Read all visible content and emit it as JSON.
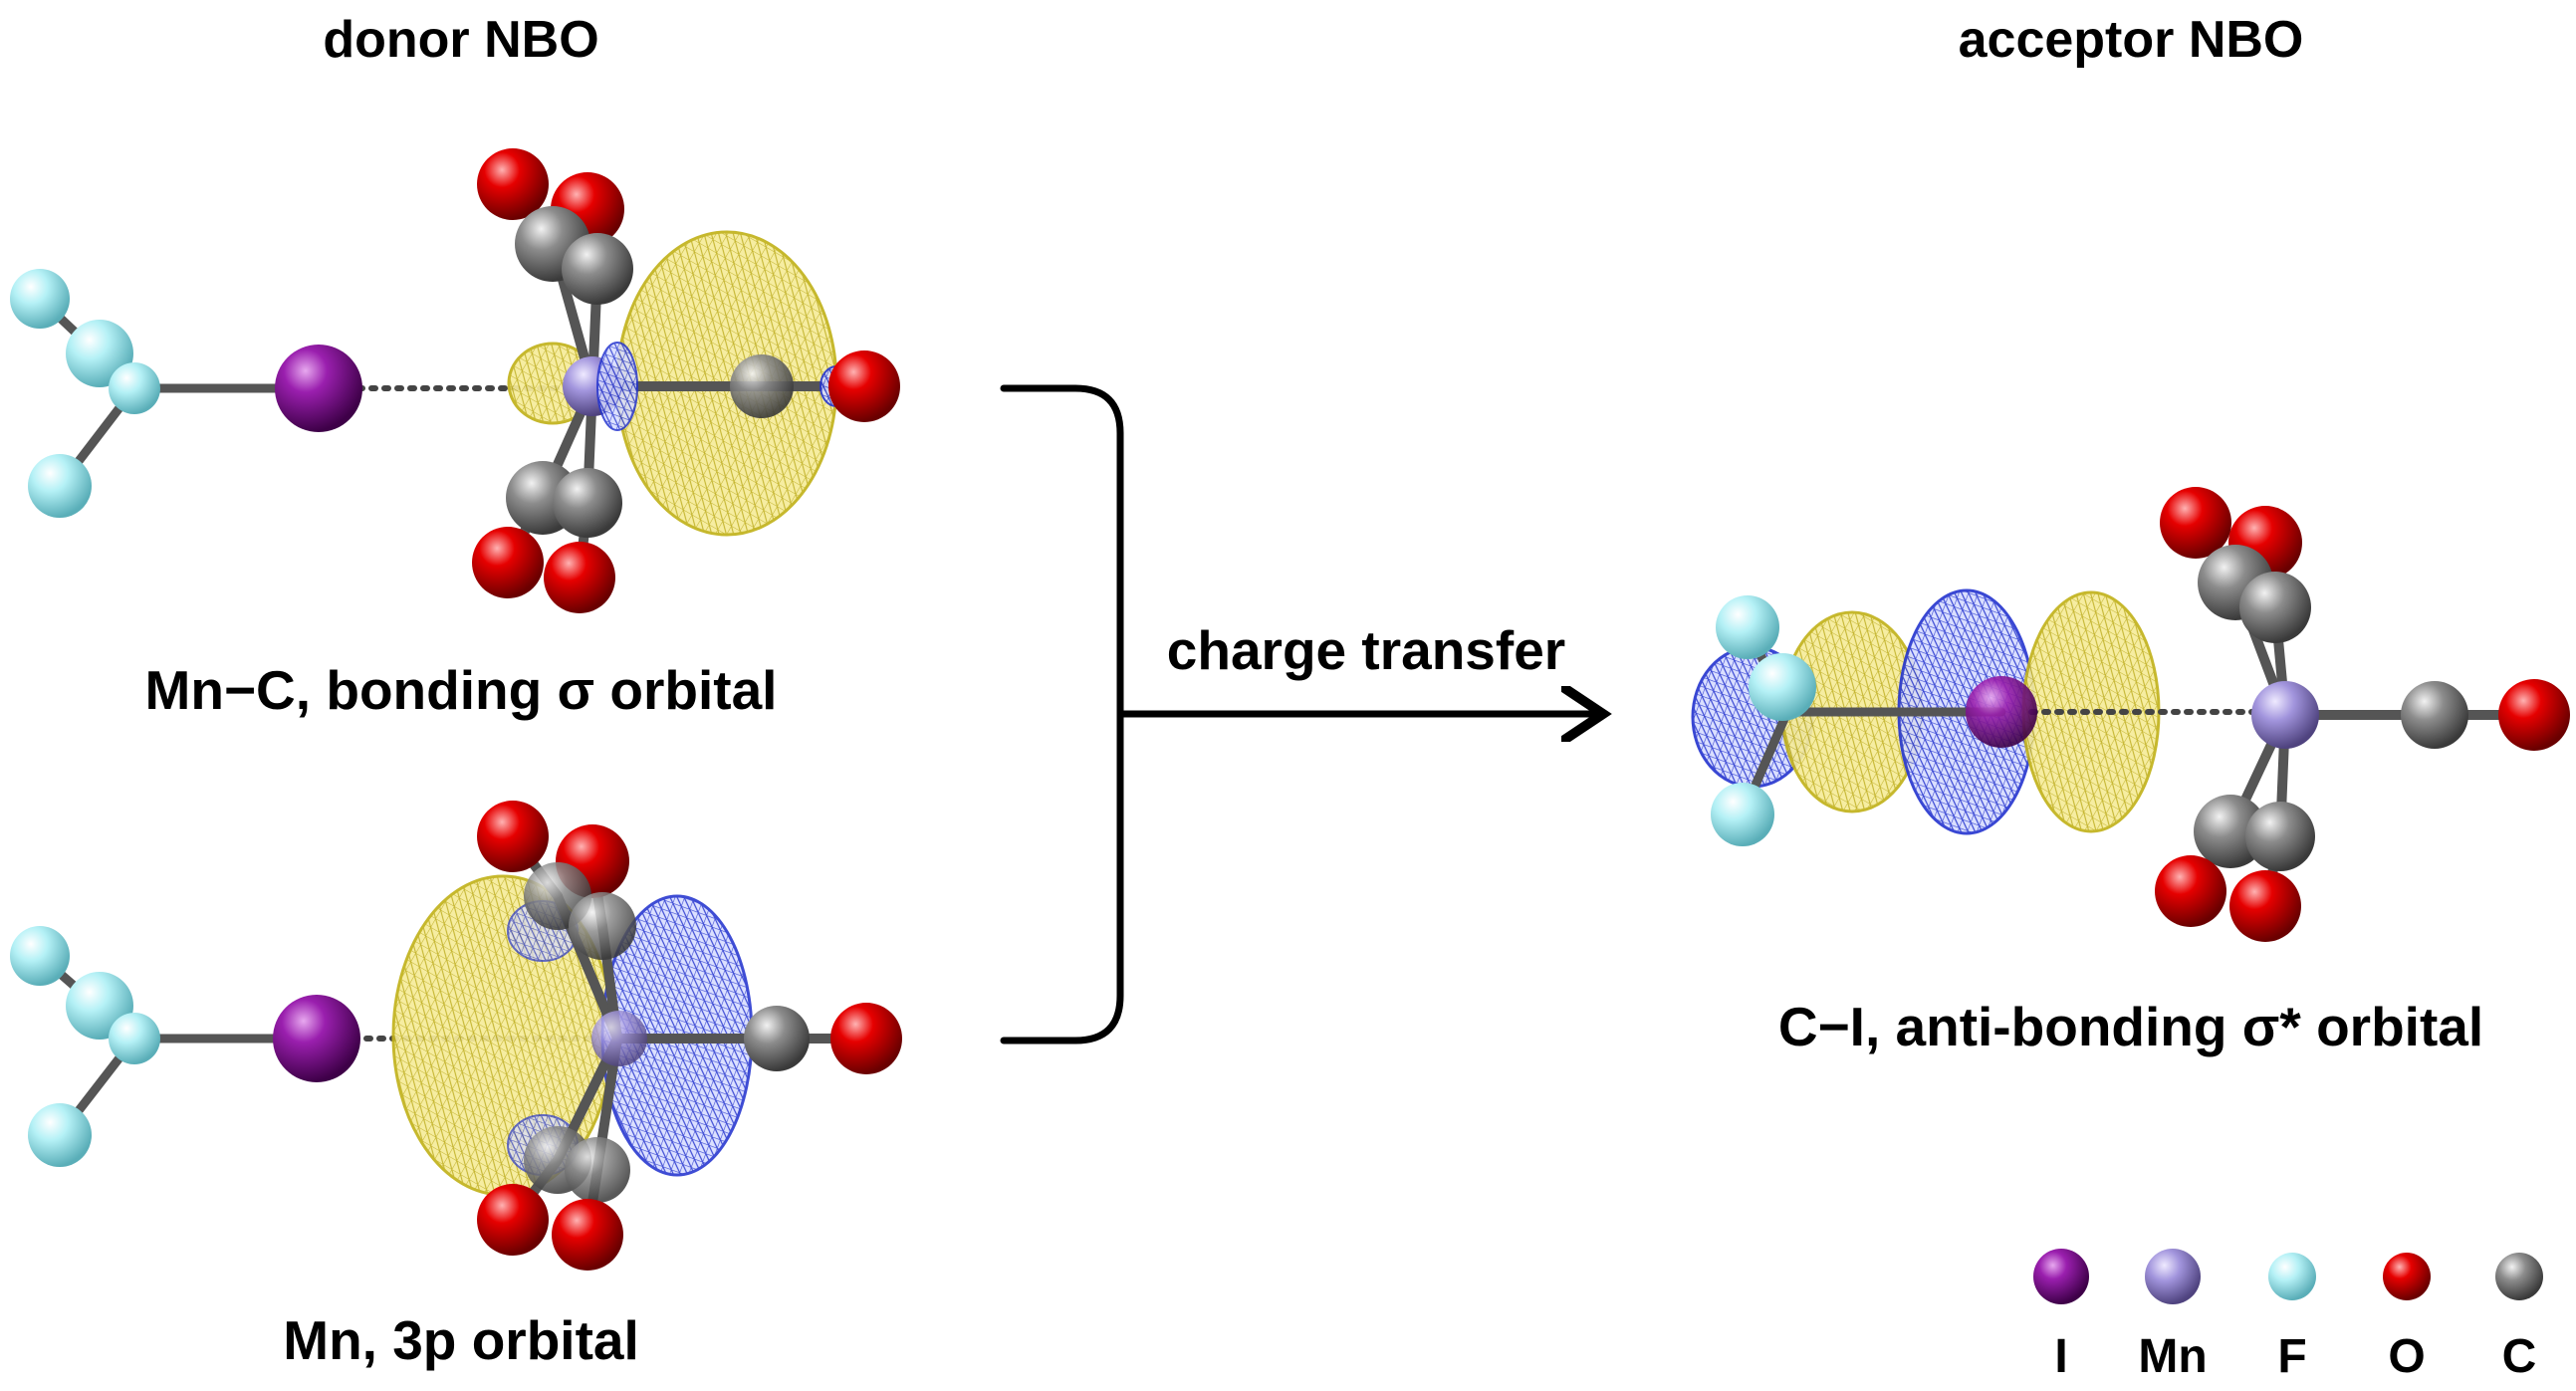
{
  "headings": {
    "donor": "donor NBO",
    "acceptor": "acceptor NBO"
  },
  "captions": {
    "donor_top": "Mn−C, bonding σ orbital",
    "donor_bottom": "Mn, 3p orbital",
    "acceptor": "C−I, anti-bonding σ* orbital"
  },
  "arrow_label": "charge transfer",
  "legend": [
    {
      "symbol": "I",
      "color": "#7a0a8c"
    },
    {
      "symbol": "Mn",
      "color": "#9a8cd8"
    },
    {
      "symbol": "F",
      "color": "#a8ecf2"
    },
    {
      "symbol": "O",
      "color": "#e00000"
    },
    {
      "symbol": "C",
      "color": "#8a8a8a"
    }
  ],
  "colors": {
    "orbital_positive": "#e8d640",
    "orbital_negative": "#2a3ad8",
    "bond": "#555555"
  }
}
